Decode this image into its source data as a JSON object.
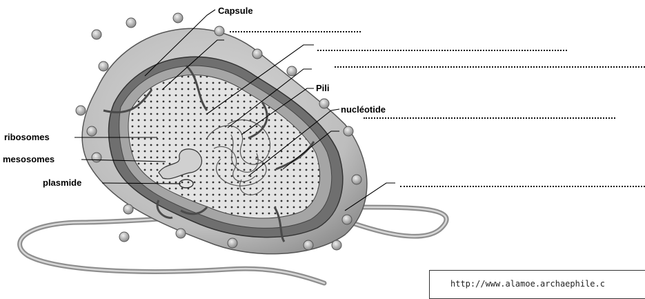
{
  "labels": {
    "capsule": "Capsule",
    "pili": "Pili",
    "nucleotide": "nucléotide",
    "ribosomes": "ribosomes",
    "mesosomes": "mesosomes",
    "plasmide": "plasmide"
  },
  "source_url": "http://www.alamoe.archaephile.c",
  "colors": {
    "line": "#000000",
    "capsule_fill": "#b9b9b9",
    "wall_dark": "#6f6f6f",
    "cytoplasm": "#e6e6e6",
    "flagellum": "#9a9a9a"
  }
}
